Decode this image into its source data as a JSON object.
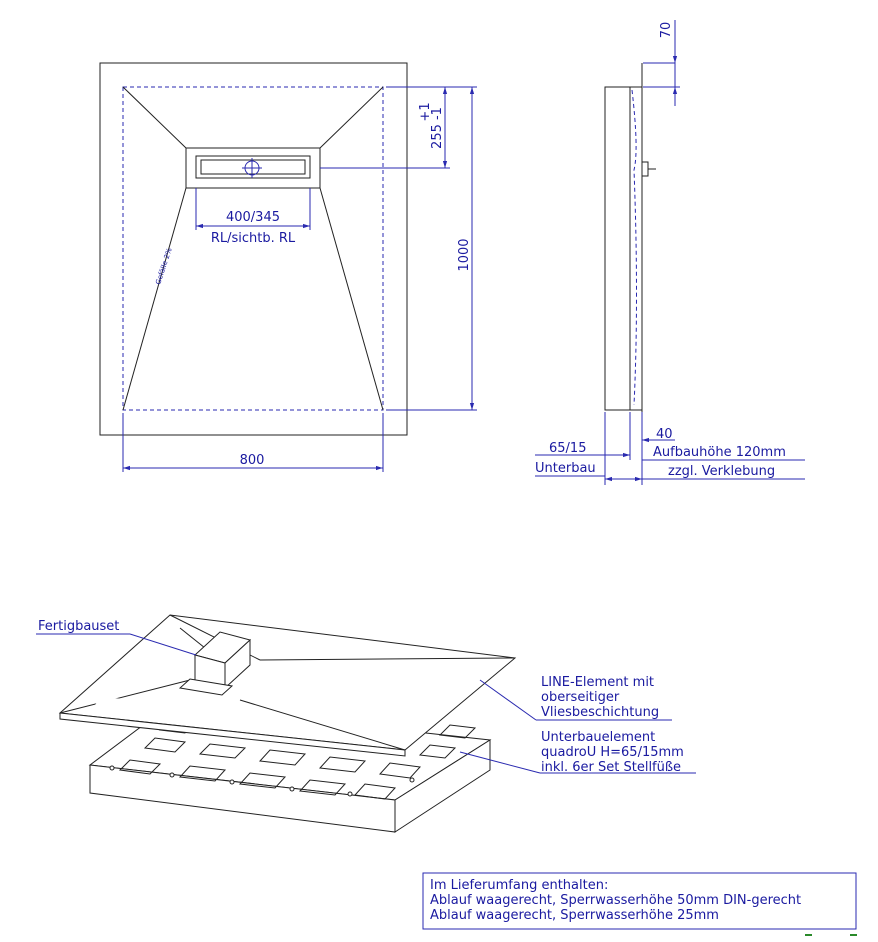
{
  "top_view": {
    "dim_width": "800",
    "dim_height": "1000",
    "dim_drain_offset": "255 -1",
    "dim_drain_offset_plus": "+1",
    "drain_length": "400/345",
    "drain_note": "RL/sichtb. RL",
    "slope_note": "Gefälle 2%"
  },
  "side_view": {
    "dim_70": "70",
    "dim_40": "40",
    "dim_65_15": "65/15",
    "label_unterbau": "Unterbau",
    "label_aufbau": "Aufbauhöhe 120mm",
    "label_verklebung": "zzgl. Verklebung"
  },
  "iso_view": {
    "label_fertigbauset": "Fertigbauset",
    "label_line_1": "LINE-Element mit",
    "label_line_2": "oberseitiger",
    "label_line_3": "Vliesbeschichtung",
    "label_unter_1": "Unterbauelement",
    "label_unter_2": "quadroU H=65/15mm",
    "label_unter_3": "inkl. 6er Set Stellfüße"
  },
  "delivery_box": {
    "title": "Im Lieferumfang enthalten:",
    "line_1": "Ablauf waagerecht, Sperrwasserhöhe 50mm DIN-gerecht",
    "line_2": "Ablauf waagerecht, Sperrwasserhöhe 25mm"
  },
  "colors": {
    "line": "#222222",
    "dimension": "#1a1aa0",
    "background": "#ffffff"
  }
}
